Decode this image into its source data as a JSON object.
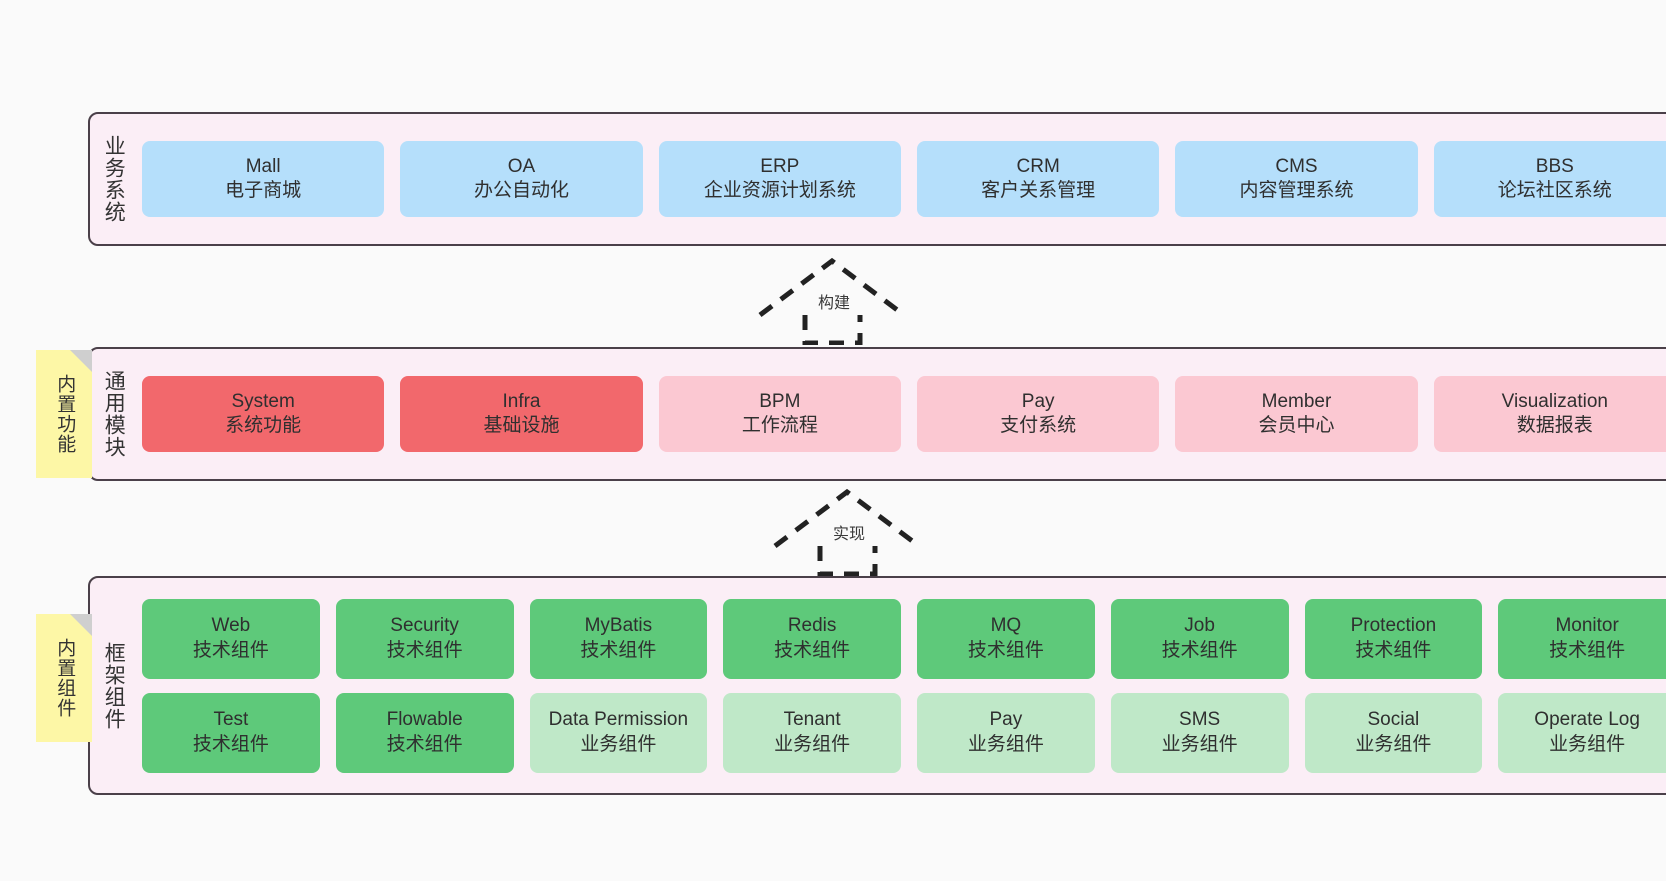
{
  "canvas": {
    "background": "#fafafa",
    "panel_fill": "#fbeef6",
    "panel_border": "#4a4049",
    "note_fill": "#fdf7a6",
    "note_fold": "#cfcfcf"
  },
  "layers": [
    {
      "id": "business",
      "title": "业务系统",
      "badge": null,
      "rows": [
        {
          "cells": [
            {
              "name": "Mall",
              "sub": "电子商城",
              "color": "#b5dffb",
              "tone": "blue"
            },
            {
              "name": "OA",
              "sub": "办公自动化",
              "color": "#b5dffb",
              "tone": "blue"
            },
            {
              "name": "ERP",
              "sub": "企业资源计划系统",
              "color": "#b5dffb",
              "tone": "blue"
            },
            {
              "name": "CRM",
              "sub": "客户关系管理",
              "color": "#b5dffb",
              "tone": "blue"
            },
            {
              "name": "CMS",
              "sub": "内容管理系统",
              "color": "#b5dffb",
              "tone": "blue"
            },
            {
              "name": "BBS",
              "sub": "论坛社区系统",
              "color": "#b5dffb",
              "tone": "blue"
            }
          ]
        }
      ]
    },
    {
      "id": "modules",
      "title": "通用模块",
      "badge": "内置功能",
      "rows": [
        {
          "cells": [
            {
              "name": "System",
              "sub": "系统功能",
              "color": "#f2686c",
              "tone": "red"
            },
            {
              "name": "Infra",
              "sub": "基础设施",
              "color": "#f2686c",
              "tone": "red"
            },
            {
              "name": "BPM",
              "sub": "工作流程",
              "color": "#fbc8d2",
              "tone": "pink"
            },
            {
              "name": "Pay",
              "sub": "支付系统",
              "color": "#fbc8d2",
              "tone": "pink"
            },
            {
              "name": "Member",
              "sub": "会员中心",
              "color": "#fbc8d2",
              "tone": "pink"
            },
            {
              "name": "Visualization",
              "sub": "数据报表",
              "color": "#fbc8d2",
              "tone": "pink"
            }
          ]
        }
      ]
    },
    {
      "id": "frame",
      "title": "框架组件",
      "badge": "内置组件",
      "rows": [
        {
          "cells": [
            {
              "name": "Web",
              "sub": "技术组件",
              "color": "#5ec97a",
              "tone": "green"
            },
            {
              "name": "Security",
              "sub": "技术组件",
              "color": "#5ec97a",
              "tone": "green"
            },
            {
              "name": "MyBatis",
              "sub": "技术组件",
              "color": "#5ec97a",
              "tone": "green"
            },
            {
              "name": "Redis",
              "sub": "技术组件",
              "color": "#5ec97a",
              "tone": "green"
            },
            {
              "name": "MQ",
              "sub": "技术组件",
              "color": "#5ec97a",
              "tone": "green"
            },
            {
              "name": "Job",
              "sub": "技术组件",
              "color": "#5ec97a",
              "tone": "green"
            },
            {
              "name": "Protection",
              "sub": "技术组件",
              "color": "#5ec97a",
              "tone": "green"
            },
            {
              "name": "Monitor",
              "sub": "技术组件",
              "color": "#5ec97a",
              "tone": "green"
            }
          ]
        },
        {
          "cells": [
            {
              "name": "Test",
              "sub": "技术组件",
              "color": "#5ec97a",
              "tone": "green"
            },
            {
              "name": "Flowable",
              "sub": "技术组件",
              "color": "#5ec97a",
              "tone": "green"
            },
            {
              "name": "Data Permission",
              "sub": "业务组件",
              "color": "#bfe8c8",
              "tone": "green-light"
            },
            {
              "name": "Tenant",
              "sub": "业务组件",
              "color": "#bfe8c8",
              "tone": "green-light"
            },
            {
              "name": "Pay",
              "sub": "业务组件",
              "color": "#bfe8c8",
              "tone": "green-light"
            },
            {
              "name": "SMS",
              "sub": "业务组件",
              "color": "#bfe8c8",
              "tone": "green-light"
            },
            {
              "name": "Social",
              "sub": "业务组件",
              "color": "#bfe8c8",
              "tone": "green-light"
            },
            {
              "name": "Operate Log",
              "sub": "业务组件",
              "color": "#bfe8c8",
              "tone": "green-light"
            }
          ]
        }
      ]
    }
  ],
  "arrows": [
    {
      "id": "build",
      "label": "构建",
      "from": "modules",
      "to": "business",
      "style": "dashed-generalization"
    },
    {
      "id": "impl",
      "label": "实现",
      "from": "frame",
      "to": "modules",
      "style": "dashed-generalization"
    }
  ]
}
